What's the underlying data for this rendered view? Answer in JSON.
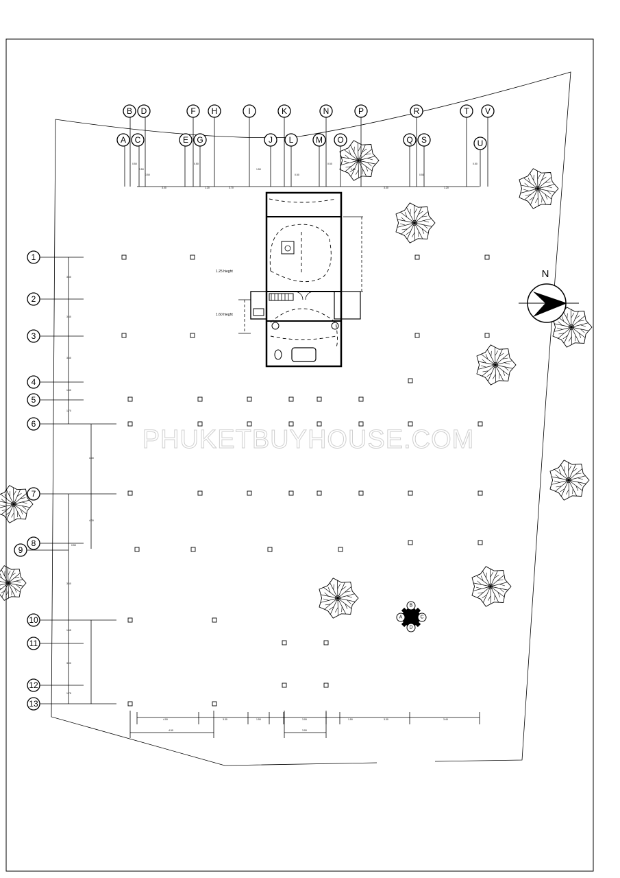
{
  "column_grid_labels": [
    "A",
    "B",
    "C",
    "D",
    "E",
    "F",
    "G",
    "H",
    "I",
    "J",
    "K",
    "L",
    "M",
    "N",
    "O",
    "P",
    "Q",
    "R",
    "S",
    "T",
    "U",
    "V"
  ],
  "row_grid_labels": [
    "1",
    "2",
    "3",
    "4",
    "5",
    "6",
    "7",
    "8",
    "9",
    "10",
    "11",
    "12",
    "13"
  ],
  "area_labels": {
    "upper": "1.25 hieght",
    "lower": "1.60 hieght"
  },
  "north_label": "N",
  "section_markers": [
    "A",
    "B",
    "C",
    "D"
  ],
  "watermark": "PHUKETBUYHOUSE.COM",
  "dimension_notes": {
    "column_top_tier": [
      "0.50",
      "0.50",
      "0.50",
      "0.50",
      "1.50",
      "0.50",
      "0.50",
      "0.50",
      "0.50",
      "0.50"
    ],
    "column_bottom_tier": [
      "3.00",
      "1.20",
      "3.70",
      "3.30",
      "1.20"
    ],
    "row_dims": [
      "3.50",
      "3.40",
      "3.50",
      "1.50",
      "1.70",
      "3.00",
      "4.00",
      "0.50",
      "3.60",
      "1.65",
      "3.00",
      "1.75"
    ],
    "bottom_dims": [
      "4.00",
      "3.30",
      "1.50",
      "3.00",
      "1.50",
      "3.30",
      "3.40"
    ],
    "bottom_total": [
      "4.50",
      "3.00"
    ]
  },
  "colors": {
    "line": "#000000",
    "watermark": "#cfcfcf",
    "paper": "#ffffff"
  }
}
